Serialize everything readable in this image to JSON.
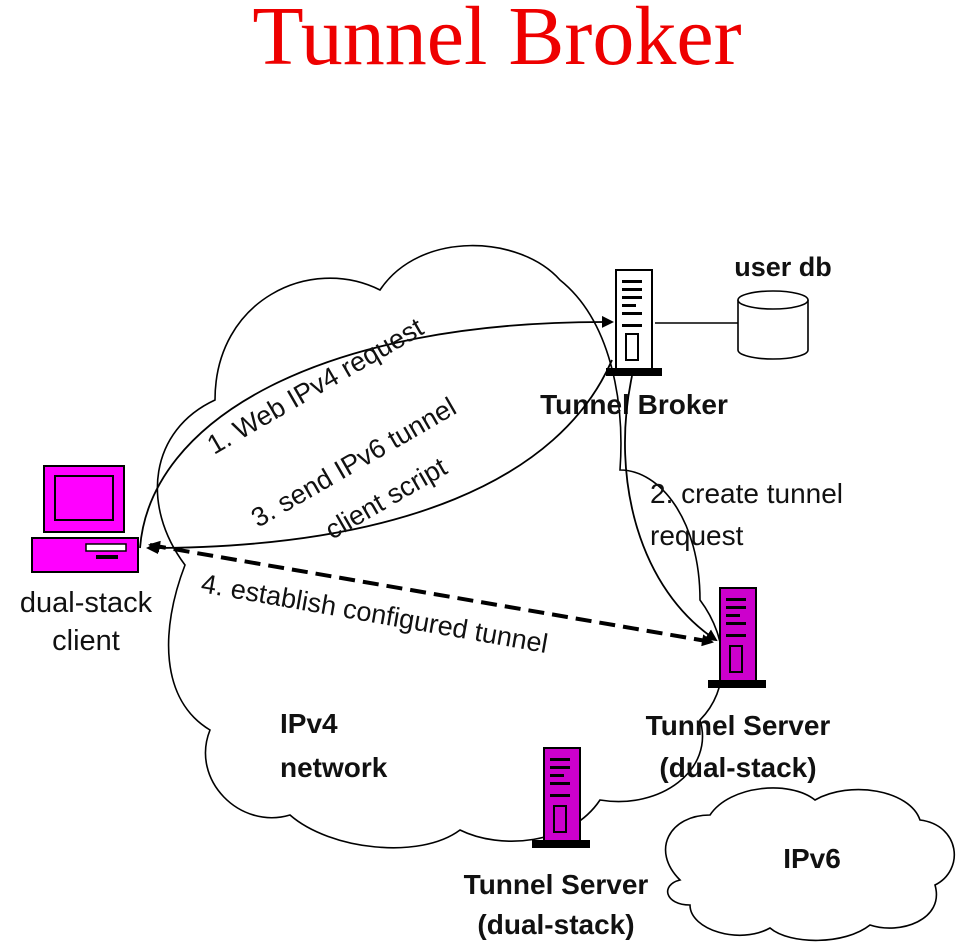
{
  "title": "Tunnel Broker",
  "nodes": {
    "user_db": "user db",
    "tunnel_broker": "Tunnel Broker",
    "client_line1": "dual-stack",
    "client_line2": "client",
    "ts_right_line1": "Tunnel Server",
    "ts_right_line2": "(dual-stack)",
    "ts_bottom_line1": "Tunnel Server",
    "ts_bottom_line2": "(dual-stack)"
  },
  "regions": {
    "ipv4_line1": "IPv4",
    "ipv4_line2": "network",
    "ipv6": "IPv6"
  },
  "steps": {
    "step1": "1. Web IPv4 request",
    "step2_line1": "2. create tunnel",
    "step2_line2": "request",
    "step3_line1": "3. send IPv6 tunnel",
    "step3_line2": "client script",
    "step4": "4. establish configured tunnel"
  },
  "colors": {
    "title": "#ee0000",
    "client": "#ff00ff",
    "server": "#cc00cc",
    "line": "#000000"
  }
}
